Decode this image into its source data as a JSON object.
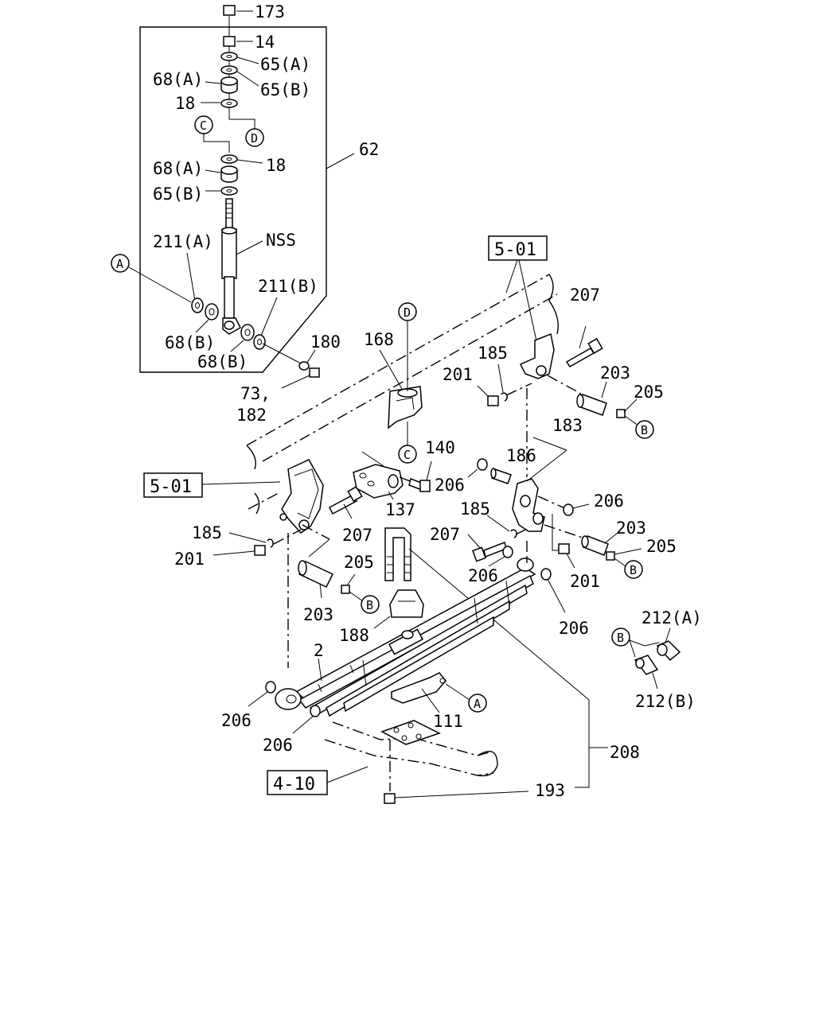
{
  "colors": {
    "ink": "#000000",
    "paper": "#ffffff"
  },
  "labels": {
    "p173": "173",
    "p14": "14",
    "p65a_top": "65(A)",
    "p68a_top": "68(A)",
    "p65b_top": "65(B)",
    "p18_top": "18",
    "p62": "62",
    "p18_mid": "18",
    "p68a_mid": "68(A)",
    "p65b_mid": "65(B)",
    "nss": "NSS",
    "p211a": "211(A)",
    "p211b": "211(B)",
    "p68b_left": "68(B)",
    "p68b_right": "68(B)",
    "p180": "180",
    "p73": "73,",
    "p182": "182",
    "p168": "168",
    "p185_top": "185",
    "p201_top": "201",
    "p207_top": "207",
    "p203_top": "203",
    "p205_top": "205",
    "p183": "183",
    "p186": "186",
    "p140": "140",
    "p206_a": "206",
    "p137": "137",
    "p206_b": "206",
    "p185_left": "185",
    "p201_left": "201",
    "p207_mid": "207",
    "p185_mid": "185",
    "p207_right": "207",
    "p203_right": "203",
    "p205_right": "205",
    "p206_c": "206",
    "p201_right": "201",
    "p205_left": "205",
    "p203_left": "203",
    "p206_d": "206",
    "p188": "188",
    "p2": "2",
    "p212a": "212(A)",
    "p212b": "212(B)",
    "p206_e": "206",
    "p206_f": "206",
    "p111": "111",
    "p208": "208",
    "p193": "193"
  },
  "ref_boxes": {
    "frame_top": "5-01",
    "frame_left": "5-01",
    "axle": "4-10"
  },
  "callouts": {
    "A_left": "A",
    "A_bracket": "A",
    "B_top": "B",
    "B_right": "B",
    "B_left": "B",
    "B_grease": "B",
    "C_top": "C",
    "C_bottom": "C",
    "D_top": "D",
    "D_bottom": "D"
  }
}
